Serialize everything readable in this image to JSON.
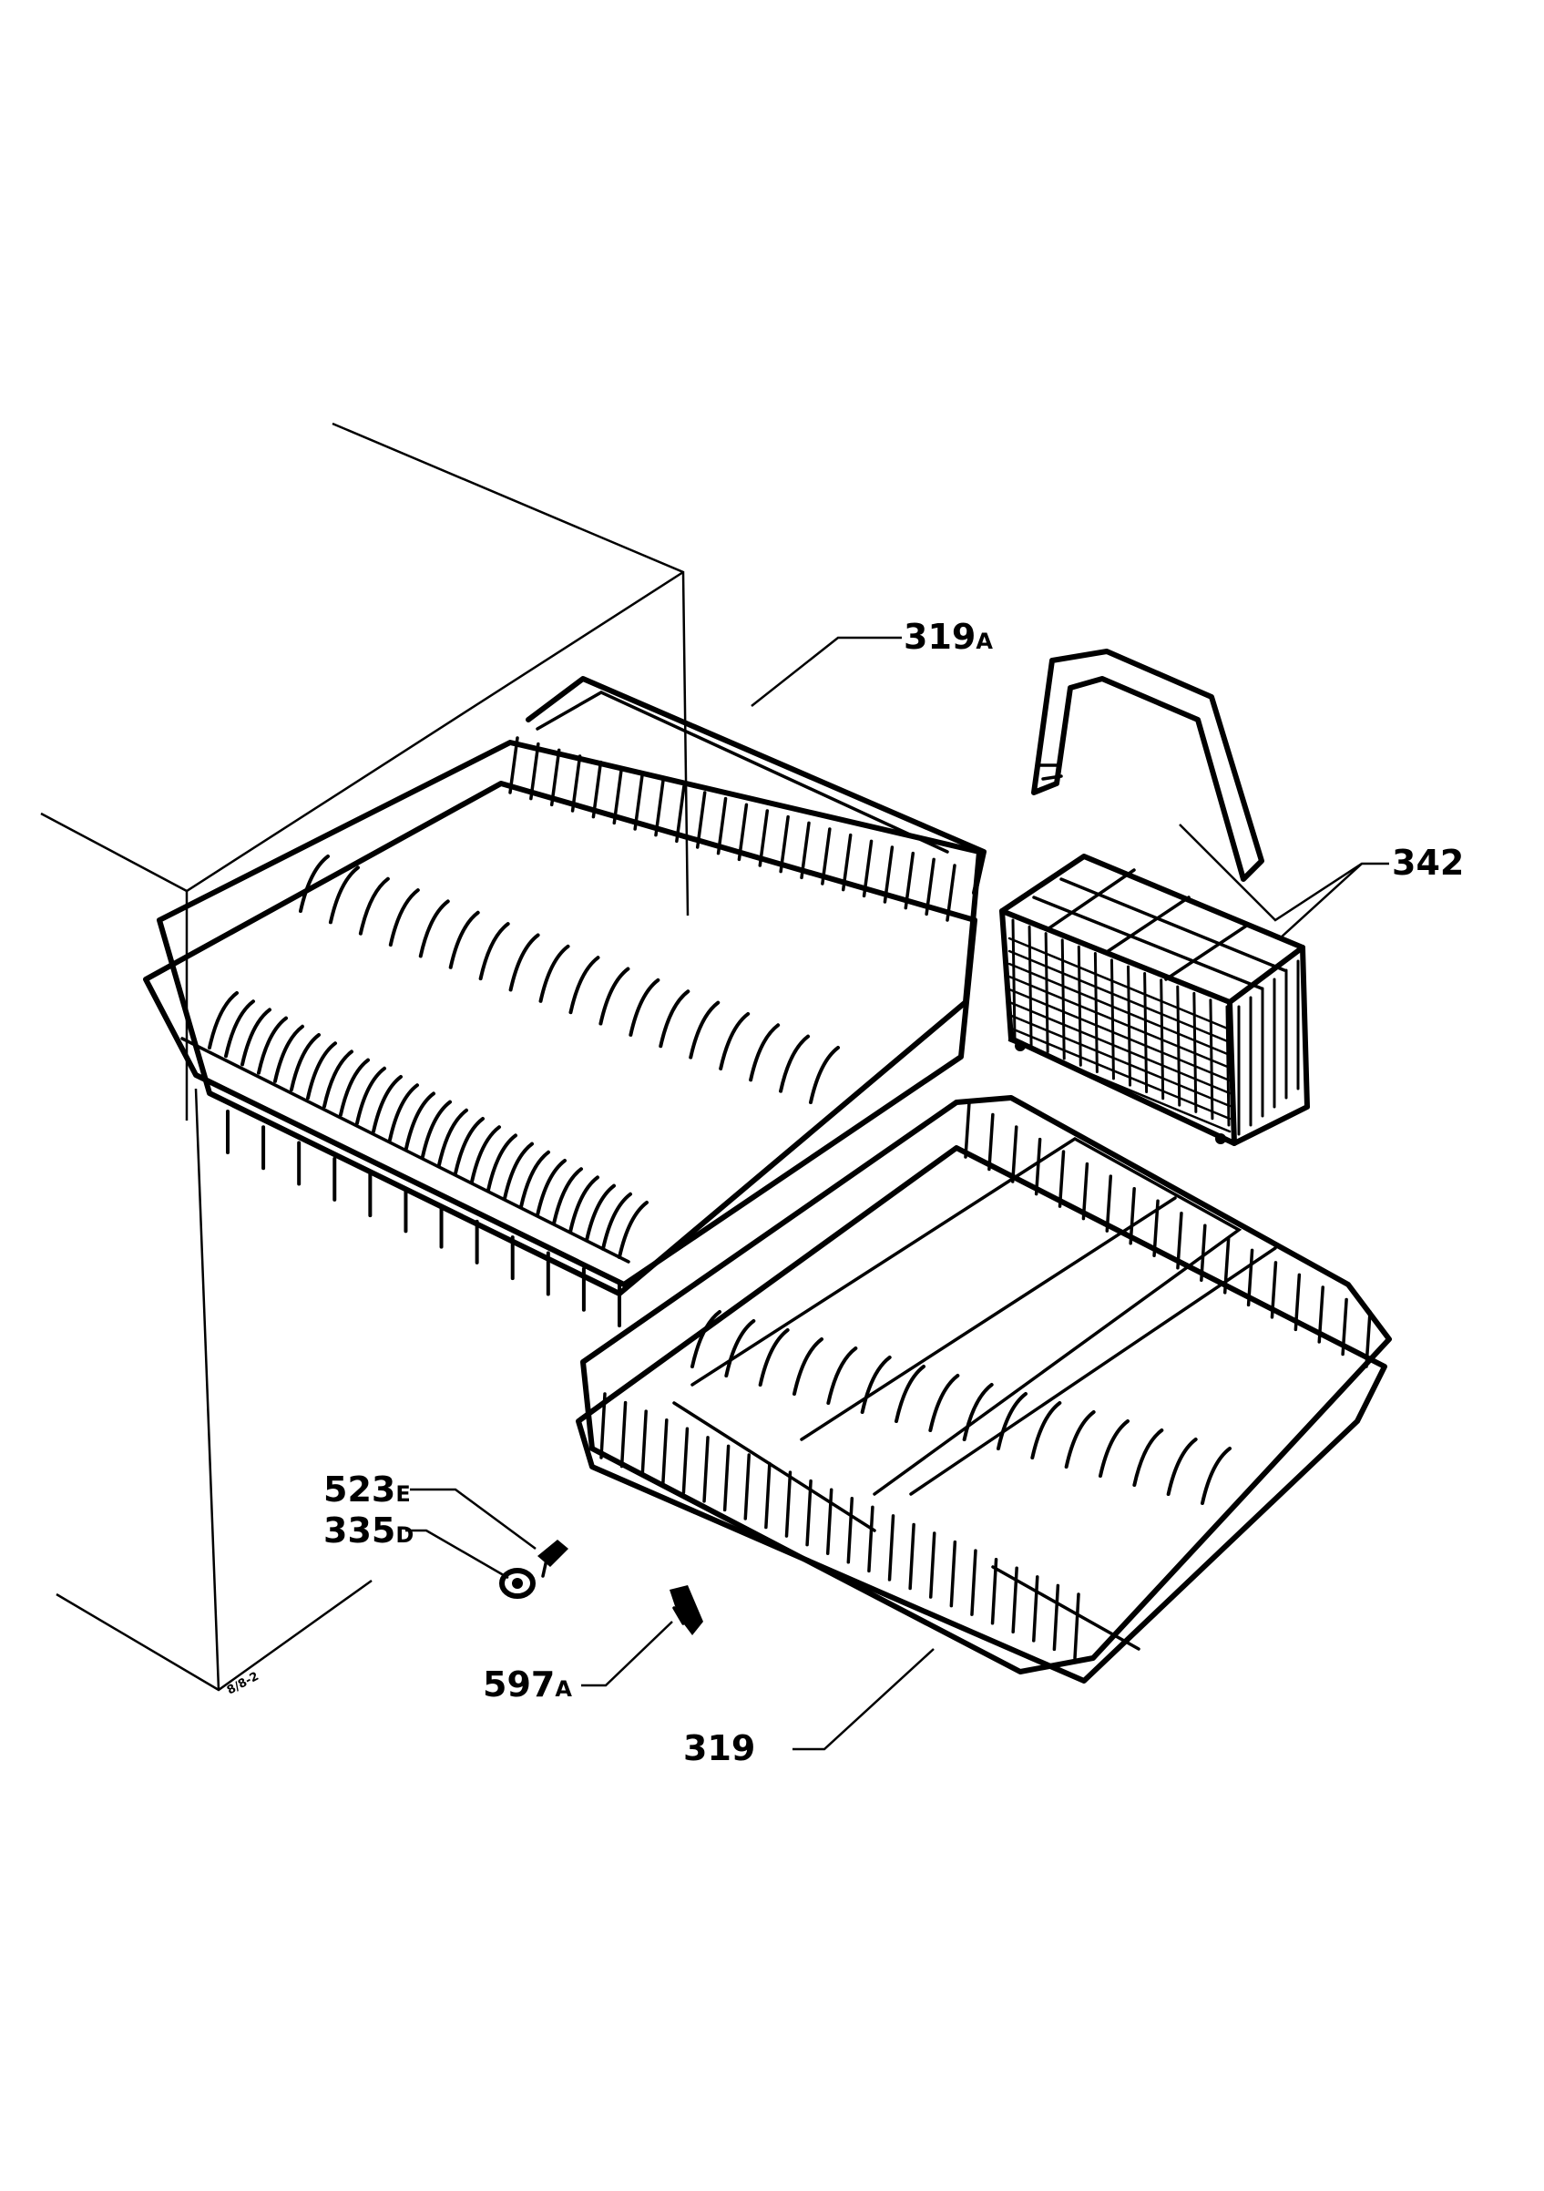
{
  "diagram": {
    "labels": {
      "upper_basket": {
        "num": "319",
        "suffix": "A"
      },
      "cutlery_basket": {
        "num": "342",
        "suffix": ""
      },
      "wheel_axle": {
        "num": "523",
        "suffix": "E"
      },
      "wheel": {
        "num": "335",
        "suffix": "D"
      },
      "stop": {
        "num": "597",
        "suffix": "A"
      },
      "lower_basket": {
        "num": "319",
        "suffix": ""
      }
    },
    "drawing_code": "8/8-2"
  }
}
